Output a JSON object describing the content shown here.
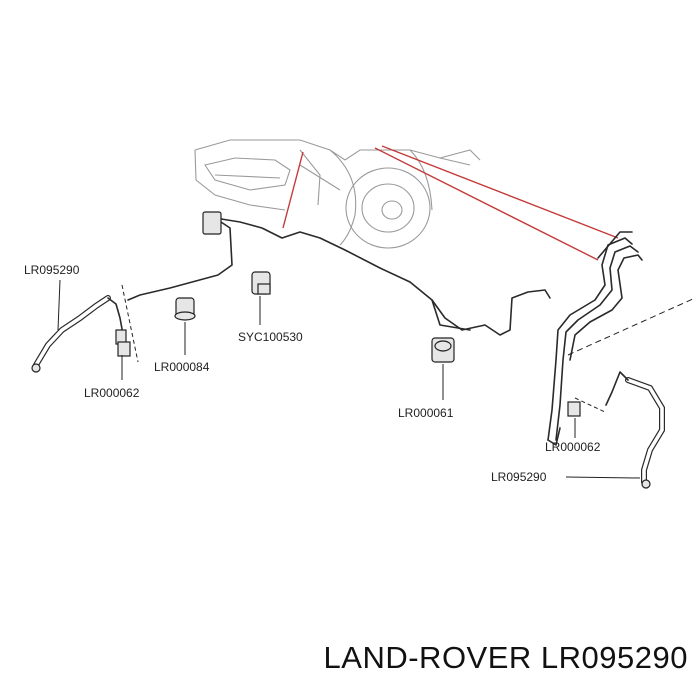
{
  "title": "LAND-ROVER LR095290",
  "labels": {
    "hose_left": "LR095290",
    "clip_left": "LR000062",
    "bracket_left": "LR000084",
    "connector": "SYC100530",
    "bracket_mid": "LR000061",
    "clip_right": "LR000062",
    "hose_right": "LR095290"
  },
  "colors": {
    "pipe": "#2a2a2a",
    "car_outline": "#9a9a9a",
    "callout_lines": "#c43a3a"
  }
}
